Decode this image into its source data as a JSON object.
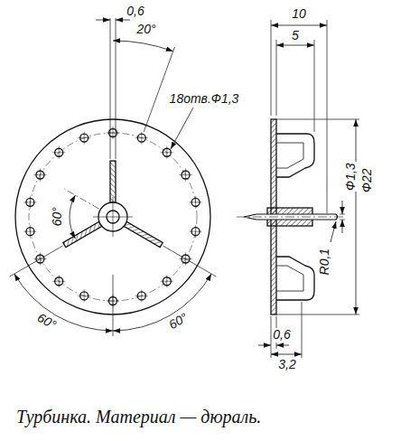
{
  "diagram": {
    "caption": "Турбинка. Материал — дюраль.",
    "labels": [
      "0,6",
      "20°",
      "18отв.Ф1,3",
      "60°",
      "60°",
      "60°",
      "10",
      "5",
      "Ф1,3",
      "Ф22",
      "R0,1",
      "0,6",
      "3,2"
    ]
  }
}
